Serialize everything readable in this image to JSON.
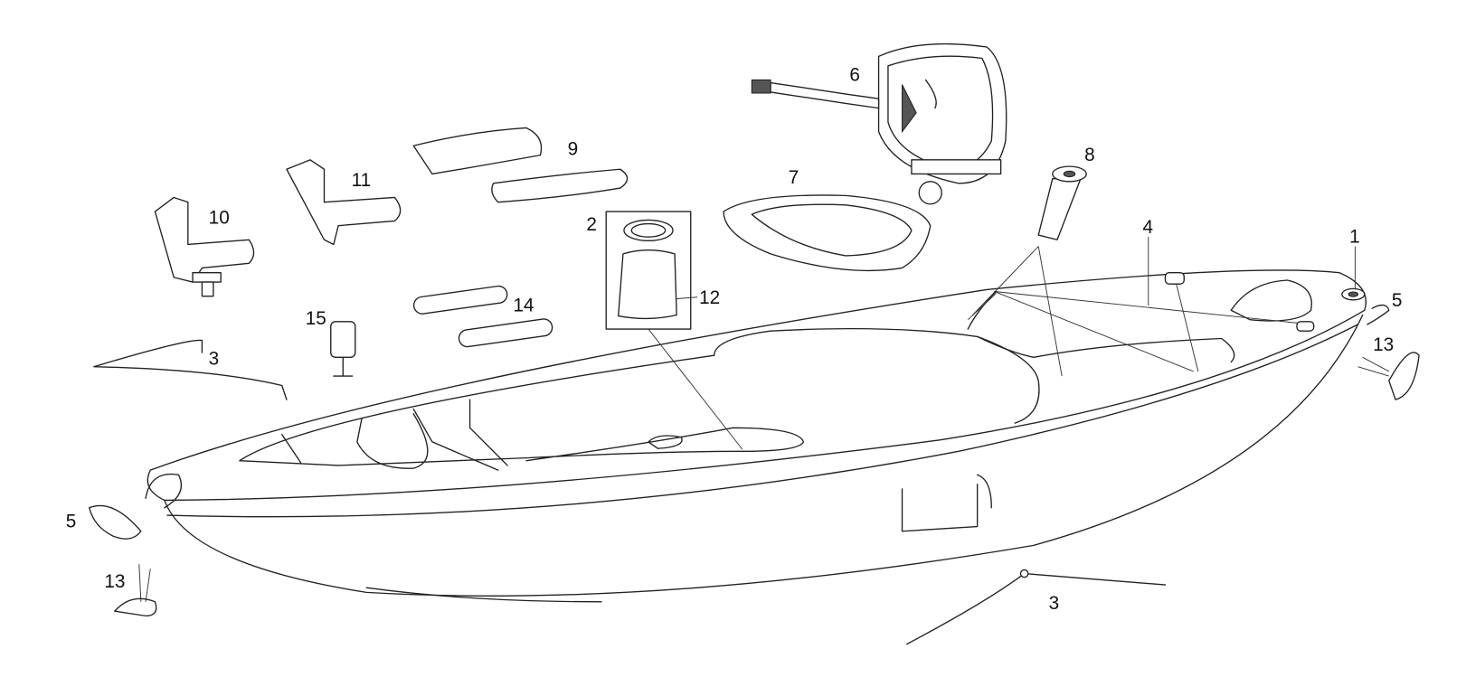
{
  "diagram": {
    "title": "Kayak exploded parts diagram",
    "callouts": [
      {
        "id": "c1",
        "number": "1"
      },
      {
        "id": "c2",
        "number": "2"
      },
      {
        "id": "c3a",
        "number": "3"
      },
      {
        "id": "c3b",
        "number": "3"
      },
      {
        "id": "c4",
        "number": "4"
      },
      {
        "id": "c5a",
        "number": "5"
      },
      {
        "id": "c5b",
        "number": "5"
      },
      {
        "id": "c6",
        "number": "6"
      },
      {
        "id": "c7",
        "number": "7"
      },
      {
        "id": "c8",
        "number": "8"
      },
      {
        "id": "c9",
        "number": "9"
      },
      {
        "id": "c10",
        "number": "10"
      },
      {
        "id": "c11",
        "number": "11"
      },
      {
        "id": "c12",
        "number": "12"
      },
      {
        "id": "c13a",
        "number": "13"
      },
      {
        "id": "c13b",
        "number": "13"
      },
      {
        "id": "c14",
        "number": "14"
      },
      {
        "id": "c15",
        "number": "15"
      }
    ]
  }
}
